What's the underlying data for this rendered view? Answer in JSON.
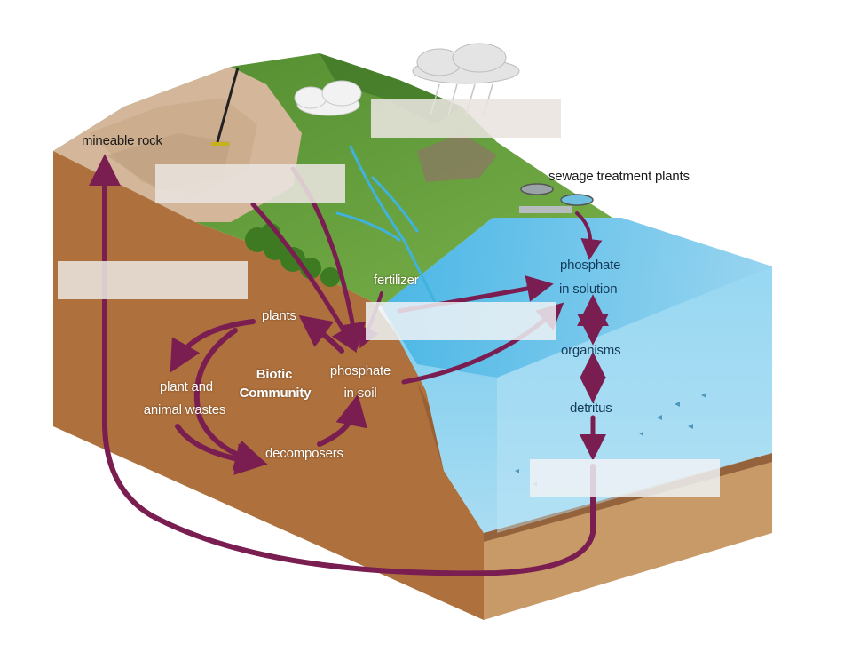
{
  "labels": {
    "mineable_rock": "mineable rock",
    "sewage_treatment_plants": "sewage treatment plants",
    "fertilizer": "fertilizer",
    "phosphate_in_solution_1": "phosphate",
    "phosphate_in_solution_2": "in solution",
    "organisms": "organisms",
    "detritus": "detritus",
    "plants": "plants",
    "biotic_community_1": "Biotic",
    "biotic_community_2": "Community",
    "phosphate_in_soil_1": "phosphate",
    "phosphate_in_soil_2": "in soil",
    "plant_animal_wastes_1": "plant and",
    "plant_animal_wastes_2": "animal wastes",
    "decomposers": "decomposers"
  },
  "answer_blanks": 5,
  "colors": {
    "arrow": "#7a1e52",
    "soil": "#b1733f",
    "grass": "#5f9c3a",
    "water": "#6cc4ea",
    "blank": "#e9e4df"
  }
}
